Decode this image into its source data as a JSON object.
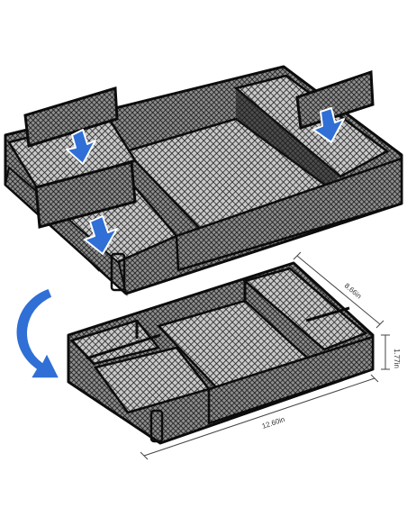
{
  "colors": {
    "frame": "#111111",
    "mesh": "#2a2a2a",
    "mesh_light": "#9a9a9a",
    "arrow": "#2f6fd6",
    "dimension_line": "#444444"
  },
  "dimensions": {
    "depth_label": "8.66in",
    "height_label": "1.77in",
    "width_label": "12.60in"
  },
  "icons": {
    "down_arrow": "down-arrow-icon",
    "curved_arrow": "curved-arrow-icon"
  }
}
